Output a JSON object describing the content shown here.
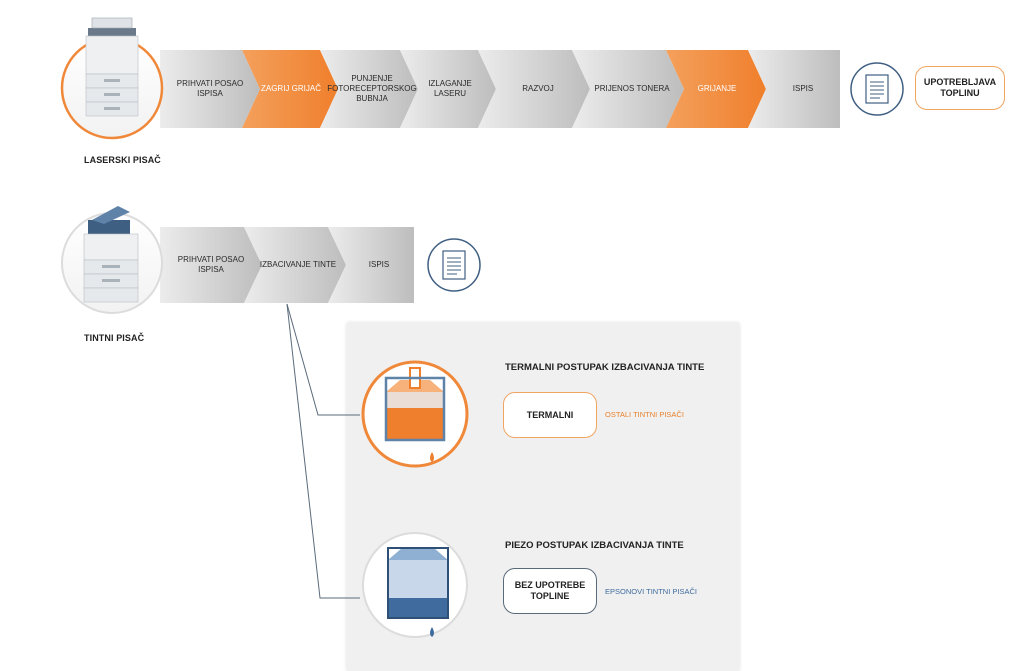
{
  "laser": {
    "label": "LASERSKI PISAČ",
    "steps": [
      {
        "text": "PRIHVATI POSAO ISPISA",
        "highlight": false
      },
      {
        "text": "ZAGRIJ GRIJAČ",
        "highlight": true
      },
      {
        "text": "PUNJENJE FOTORECEPTORSKOG BUBNJA",
        "highlight": false
      },
      {
        "text": "IZLAGANJE LASERU",
        "highlight": false
      },
      {
        "text": "RAZVOJ",
        "highlight": false
      },
      {
        "text": "PRIJENOS TONERA",
        "highlight": false
      },
      {
        "text": "GRIJANJE",
        "highlight": true
      },
      {
        "text": "ISPIS",
        "highlight": false
      }
    ],
    "result": "UPOTREBLJAVA TOPLINU"
  },
  "inkjet": {
    "label": "TINTNI PISAČ",
    "steps": [
      {
        "text": "PRIHVATI POSAO ISPISA"
      },
      {
        "text": "IZBACIVANJE TINTE"
      },
      {
        "text": "ISPIS"
      }
    ]
  },
  "thermal": {
    "title": "TERMALNI POSTUPAK IZBACIVANJA TINTE",
    "pill": "TERMALNI",
    "note": "OSTALI TINTNI PISAČI"
  },
  "piezo": {
    "title": "PIEZO POSTUPAK IZBACIVANJA TINTE",
    "pill": "BEZ UPOTREBE TOPLINE",
    "note": "EPSONOVI TINTNI PISAČI"
  },
  "colors": {
    "orange": "#f0883a",
    "grey_light": "#e6e6e6",
    "grey_dark": "#c4c4c4",
    "blue": "#3f6b9e",
    "note_orange": "#e8822e",
    "note_blue": "#3f6b9e"
  },
  "icons": [
    "laser-printer-icon",
    "inkjet-printer-icon",
    "document-icon",
    "thermal-ink-chamber-icon",
    "piezo-ink-chamber-icon"
  ]
}
